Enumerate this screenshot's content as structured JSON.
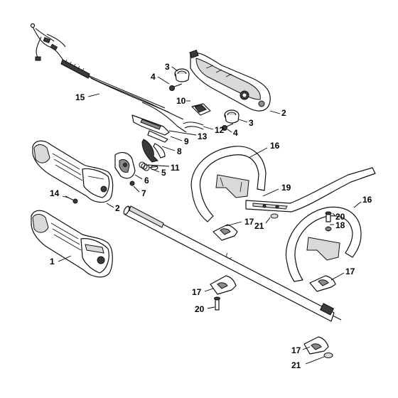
{
  "callouts": {
    "c1": "1",
    "c2a": "2",
    "c2b": "2",
    "c3a": "3",
    "c3b": "3",
    "c4a": "4",
    "c4b": "4",
    "c5": "5",
    "c6": "6",
    "c7": "7",
    "c8": "8",
    "c9": "9",
    "c10": "10",
    "c11": "11",
    "c12": "12",
    "c13": "13",
    "c14": "14",
    "c15": "15",
    "c16a": "16",
    "c16b": "16",
    "c17a": "17",
    "c17b": "17",
    "c17c": "17",
    "c17d": "17",
    "c18": "18",
    "c19": "19",
    "c20a": "20",
    "c20b": "20",
    "c21a": "21",
    "c21b": "21"
  }
}
